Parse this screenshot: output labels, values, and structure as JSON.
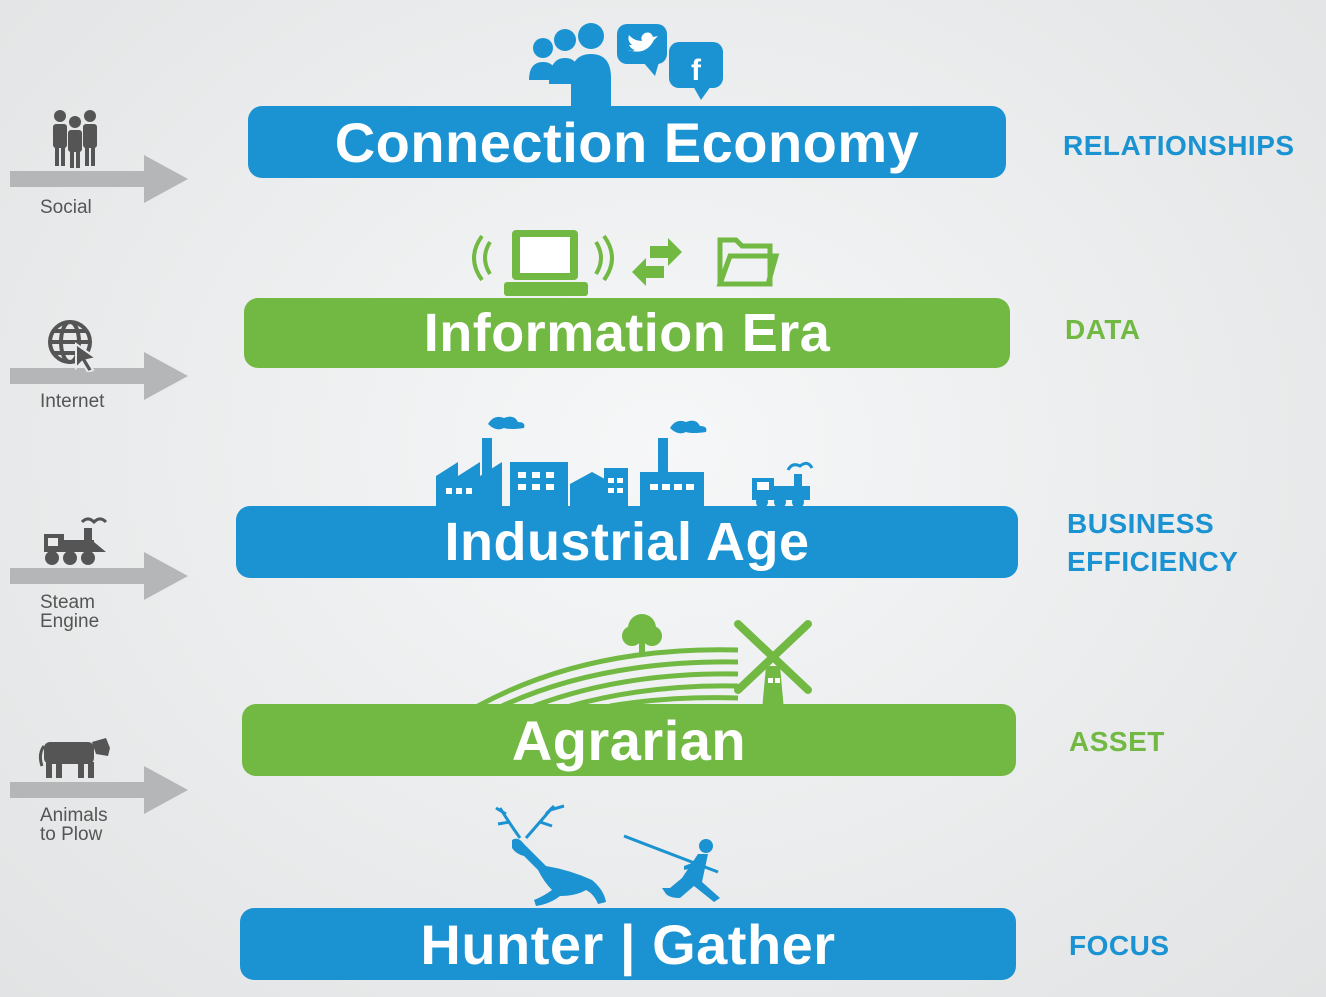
{
  "eras": [
    {
      "title": "Connection Economy",
      "value": "RELATIONSHIPS",
      "driver": "Social"
    },
    {
      "title": "Information Era",
      "value": "DATA",
      "driver": "Internet"
    },
    {
      "title": "Industrial Age",
      "value_line1": "BUSINESS",
      "value_line2": "EFFICIENCY",
      "driver_line1": "Steam",
      "driver_line2": "Engine"
    },
    {
      "title": "Agrarian",
      "value": "ASSET",
      "driver_line1": "Animals",
      "driver_line2": "to Plow"
    },
    {
      "title": "Hunter | Gather",
      "value": "FOCUS"
    }
  ],
  "colors": {
    "blue": "#1b93d2",
    "green": "#72b944",
    "arrow": "#b4b6b8",
    "icon_gray": "#555555"
  },
  "icons": {
    "connection": [
      "people-group-icon",
      "twitter-bubble-icon",
      "facebook-bubble-icon"
    ],
    "information": [
      "laptop-wifi-icon",
      "transfer-arrows-icon",
      "folder-icon"
    ],
    "industrial": [
      "factory-skyline-icon",
      "locomotive-icon"
    ],
    "agrarian": [
      "farm-field-icon",
      "tree-icon",
      "windmill-icon"
    ],
    "hunter": [
      "deer-icon",
      "hunter-spear-icon"
    ],
    "side": [
      "people-icon",
      "globe-cursor-icon",
      "steam-train-icon",
      "cow-icon"
    ]
  }
}
